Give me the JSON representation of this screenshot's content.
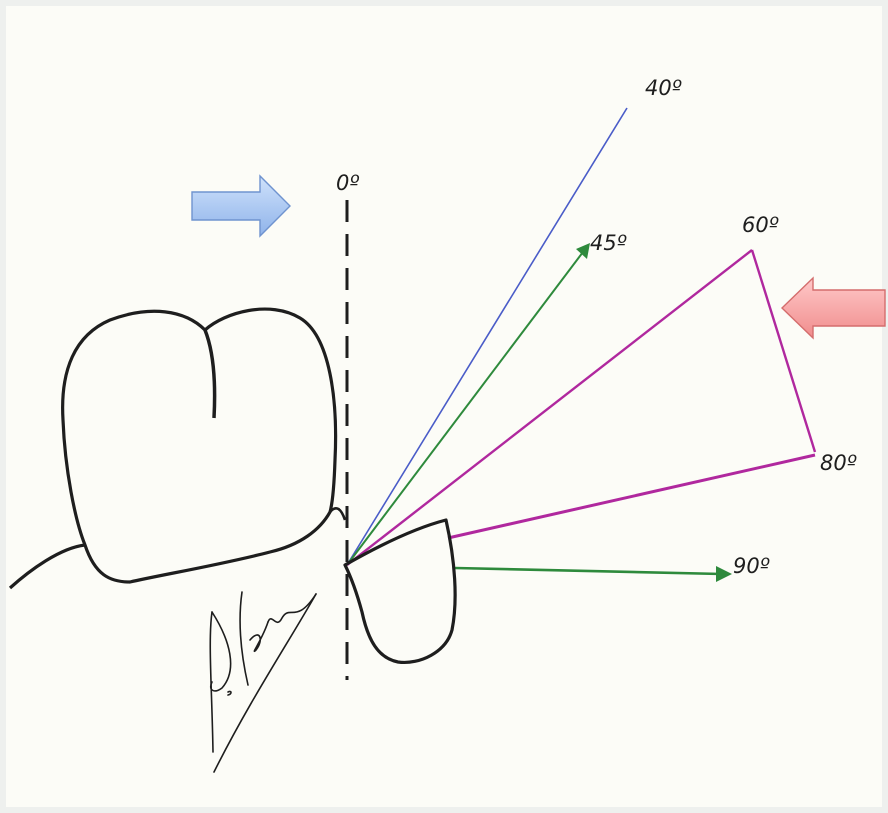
{
  "labels": {
    "zero": "0º",
    "forty": "40º",
    "fortyfive": "45º",
    "sixty": "60º",
    "eighty": "80º",
    "ninety": "90º"
  },
  "colors": {
    "paper": "#fcfcf7",
    "ink": "#1e1e1e",
    "blue_line": "#4a5cc8",
    "green_line": "#2e8a3c",
    "magenta_line": "#b0289e",
    "blue_arrow": "#a9c8f2",
    "red_arrow": "#f5a0a0"
  }
}
